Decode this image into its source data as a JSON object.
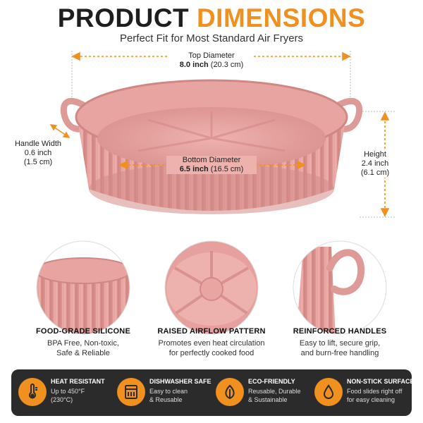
{
  "header": {
    "title_part1": "PRODUCT",
    "title_part2": "DIMENSIONS",
    "subtitle": "Perfect Fit for Most Standard Air Fryers"
  },
  "dimensions": {
    "top_diameter": {
      "label": "Top Diameter",
      "value": "8.0 inch",
      "metric": "(20.3 cm)"
    },
    "bottom_diameter": {
      "label": "Bottom Diameter",
      "value": "6.5 inch",
      "metric": "(16.5 cm)"
    },
    "handle_width": {
      "label": "Handle Width",
      "value": "0.6 inch",
      "metric": "(1.5 cm)"
    },
    "height": {
      "label": "Height",
      "value": "2.4 inch",
      "metric": "(6.1 cm)"
    }
  },
  "features": [
    {
      "title": "FOOD-GRADE SILICONE",
      "line1": "BPA Free, Non-toxic,",
      "line2": "Safe & Reliable"
    },
    {
      "title": "RAISED AIRFLOW PATTERN",
      "line1": "Promotes even heat circulation",
      "line2": "for perfectly cooked food"
    },
    {
      "title": "REINFORCED HANDLES",
      "line1": "Easy to lift, secure grip,",
      "line2": "and burn-free handling"
    }
  ],
  "badges": [
    {
      "title": "HEAT RESISTANT",
      "line1": "Up to 450°F",
      "line2": "(230°C)",
      "icon": "thermometer-icon"
    },
    {
      "title": "DISHWASHER SAFE",
      "line1": "Easy to clean",
      "line2": "& Reusable",
      "icon": "dishwasher-icon"
    },
    {
      "title": "ECO-FRIENDLY",
      "line1": "Reusable, Durable",
      "line2": "& Sustainable",
      "icon": "leaf-icon"
    },
    {
      "title": "NON-STICK SURFACE",
      "line1": "Food slides right off",
      "line2": "for easy cleaning",
      "icon": "drop-icon"
    }
  ],
  "colors": {
    "accent": "#f0901e",
    "silicone": "#e9a3a0",
    "bar": "#2b2b2b"
  }
}
